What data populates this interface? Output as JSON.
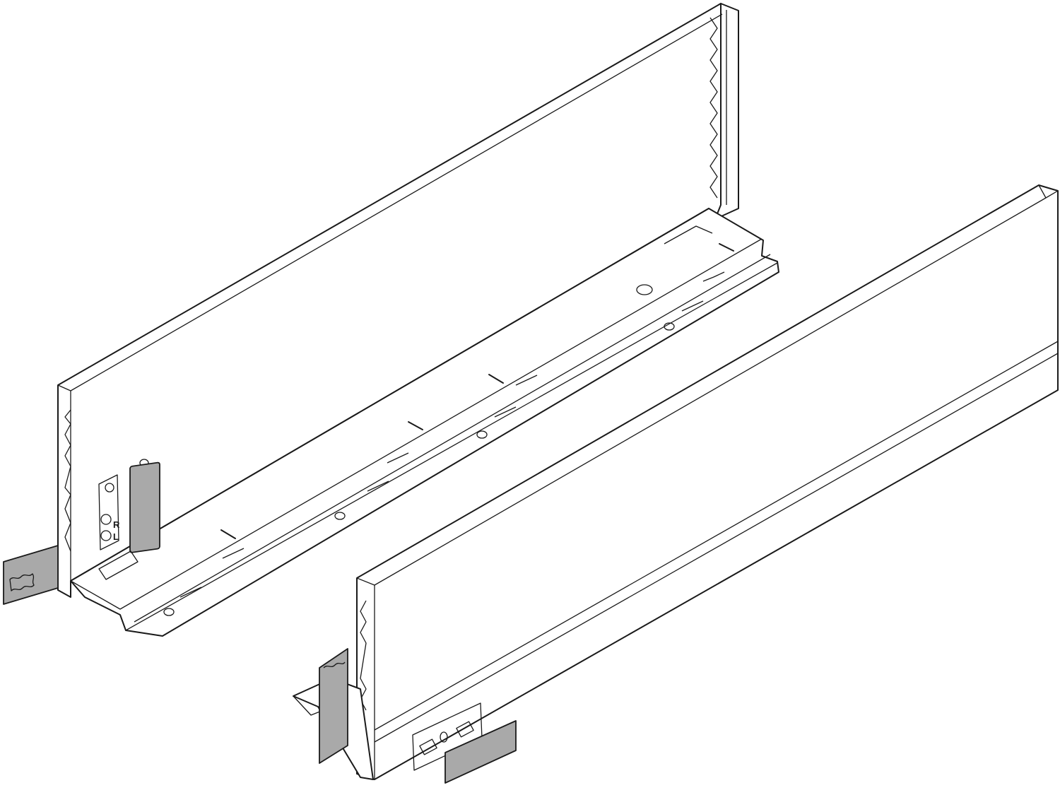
{
  "drawing": {
    "subject": "Drawer side panels (left and right) with rails",
    "colors": {
      "line": "#1a1a1a",
      "background": "#ffffff",
      "grey_tab": "#a9a9a9"
    },
    "labels": {
      "right_mark": "R",
      "left_mark": "L"
    },
    "parts": [
      {
        "name": "left-side-panel"
      },
      {
        "name": "right-side-panel"
      }
    ]
  }
}
